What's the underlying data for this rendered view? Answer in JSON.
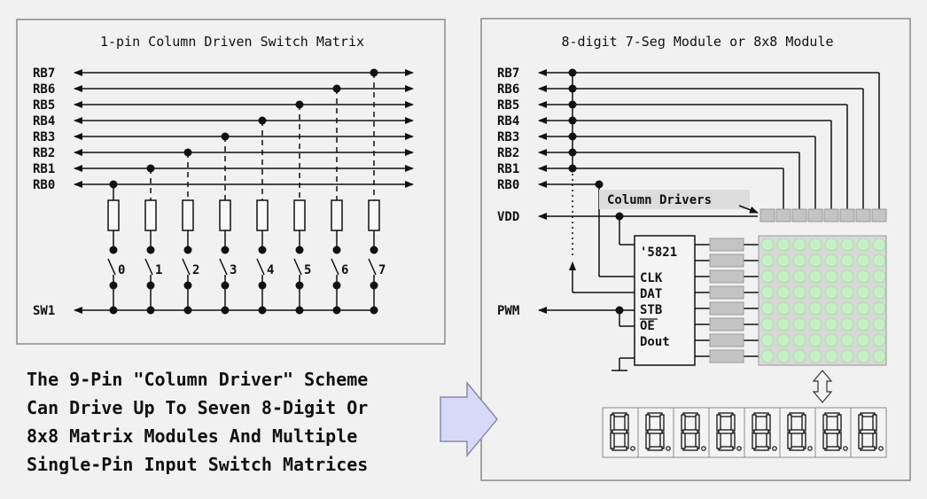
{
  "left_panel": {
    "title": "1-pin Column Driven Switch Matrix",
    "row_labels": [
      "RB7",
      "RB6",
      "RB5",
      "RB4",
      "RB3",
      "RB2",
      "RB1",
      "RB0"
    ],
    "switch_numbers": [
      "0",
      "1",
      "2",
      "3",
      "4",
      "5",
      "6",
      "7"
    ],
    "common_label": "SW1"
  },
  "right_panel": {
    "title": "8-digit 7-Seg Module or 8x8 Module",
    "row_labels": [
      "RB7",
      "RB6",
      "RB5",
      "RB4",
      "RB3",
      "RB2",
      "RB1",
      "RB0"
    ],
    "vdd_label": "VDD",
    "pwm_label": "PWM",
    "column_drivers_label": "Column Drivers",
    "chip": {
      "name": "'5821",
      "pins": [
        {
          "label": "CLK",
          "overline": false
        },
        {
          "label": "DAT",
          "overline": false
        },
        {
          "label": "STB",
          "overline": false
        },
        {
          "label": "OE",
          "overline": true
        },
        {
          "label": "Dout",
          "overline": false
        }
      ]
    },
    "matrix": {
      "rows": 8,
      "cols": 8
    },
    "display_digits": 8
  },
  "caption": {
    "lines": [
      "The 9-Pin \"Column Driver\" Scheme",
      "Can Drive Up To Seven 8-Digit Or",
      "8x8 Matrix Modules And Multiple",
      "Single-Pin Input Switch Matrices"
    ]
  },
  "colors": {
    "background": "#f1f1f1",
    "panel_border": "#8a8a8a",
    "arrow_fill": "#d8d8f8",
    "led_fill": "#c4f0c4",
    "matrix_bg": "#d8d8d8",
    "driver_block": "#c4c4c4",
    "label_box": "#dcdcdc"
  }
}
